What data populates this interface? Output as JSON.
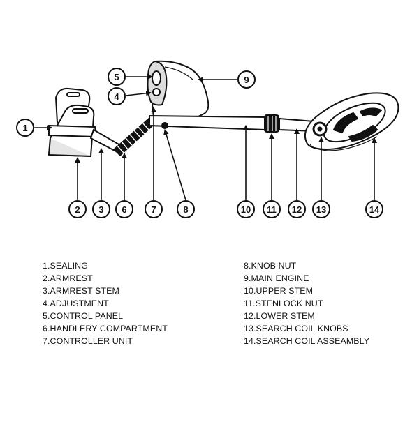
{
  "callouts": [
    "1",
    "2",
    "3",
    "4",
    "5",
    "6",
    "7",
    "8",
    "9",
    "10",
    "11",
    "12",
    "13",
    "14"
  ],
  "legend": {
    "left": [
      "1.SEALING",
      "2.ARMREST",
      "3.ARMREST STEM",
      "4.ADJUSTMENT",
      "5.CONTROL PANEL",
      "6.HANDLERY COMPARTMENT",
      "7.CONTROLLER UNIT"
    ],
    "right": [
      "8.KNOB NUT",
      "9.MAIN ENGINE",
      "10.UPPER STEM",
      "11.STENLOCK NUT",
      "12.LOWER STEM",
      "13.SEARCH COIL KNOBS",
      "14.SEARCH COIL ASSEAMBLY"
    ]
  }
}
